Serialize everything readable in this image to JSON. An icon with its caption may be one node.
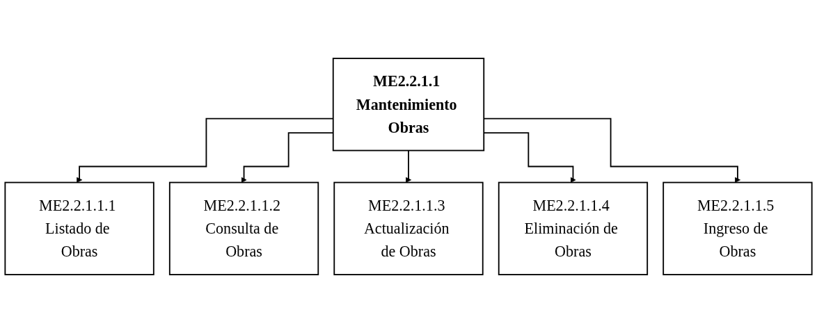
{
  "diagram": {
    "nodes": [
      {
        "text": [
          "ME2.2.1.1 Mantenimiento Obras"
        ]
      },
      {
        "text": [
          "ME2.2.1.1.1 Listado de Obras"
        ]
      },
      {
        "text": [
          "ME2.2.1.1.2 Consulta de Obras"
        ]
      },
      {
        "text": [
          "ME2.2.1.1.3 Actualización de Obras"
        ]
      },
      {
        "text": [
          "ME2.2.1.1.4 Eliminación de Obras"
        ]
      },
      {
        "text": [
          "ME2.2.1.1.5 Ingreso de Obras"
        ]
      }
    ],
    "edges": [
      {
        "from": 0,
        "to": 1,
        "arrow": "to"
      },
      {
        "from": 0,
        "to": 2,
        "arrow": "to"
      },
      {
        "from": 0,
        "to": 3,
        "arrow": "to"
      },
      {
        "from": 0,
        "to": 4,
        "arrow": "to"
      },
      {
        "from": 0,
        "to": 5,
        "arrow": "to"
      }
    ]
  }
}
